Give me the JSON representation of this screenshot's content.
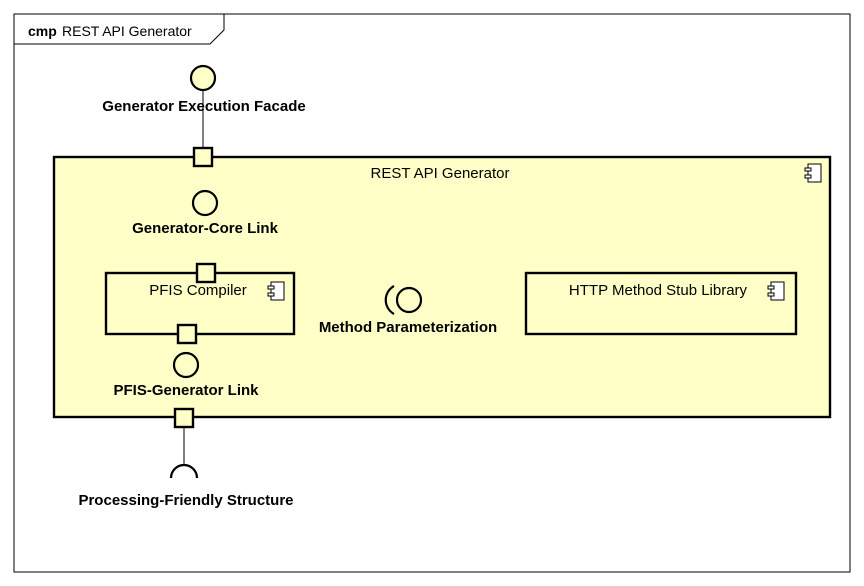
{
  "frame": {
    "keyword": "cmp",
    "name": "REST API Generator"
  },
  "components": {
    "outer": {
      "name": "REST API Generator",
      "icon": "component-icon"
    },
    "pfis_compiler": {
      "name": "PFIS Compiler",
      "icon": "component-icon"
    },
    "stub_library": {
      "name": "HTTP Method Stub Library",
      "icon": "component-icon"
    }
  },
  "interfaces": {
    "generator_facade": "Generator Execution Facade",
    "core_link": "Generator-Core Link",
    "method_param": "Method Parameterization",
    "pfis_link": "PFIS-Generator Link",
    "processing_structure": "Processing-Friendly Structure"
  },
  "colors": {
    "component_fill": "#ffffc8",
    "stroke": "#000000",
    "background": "#ffffff"
  }
}
